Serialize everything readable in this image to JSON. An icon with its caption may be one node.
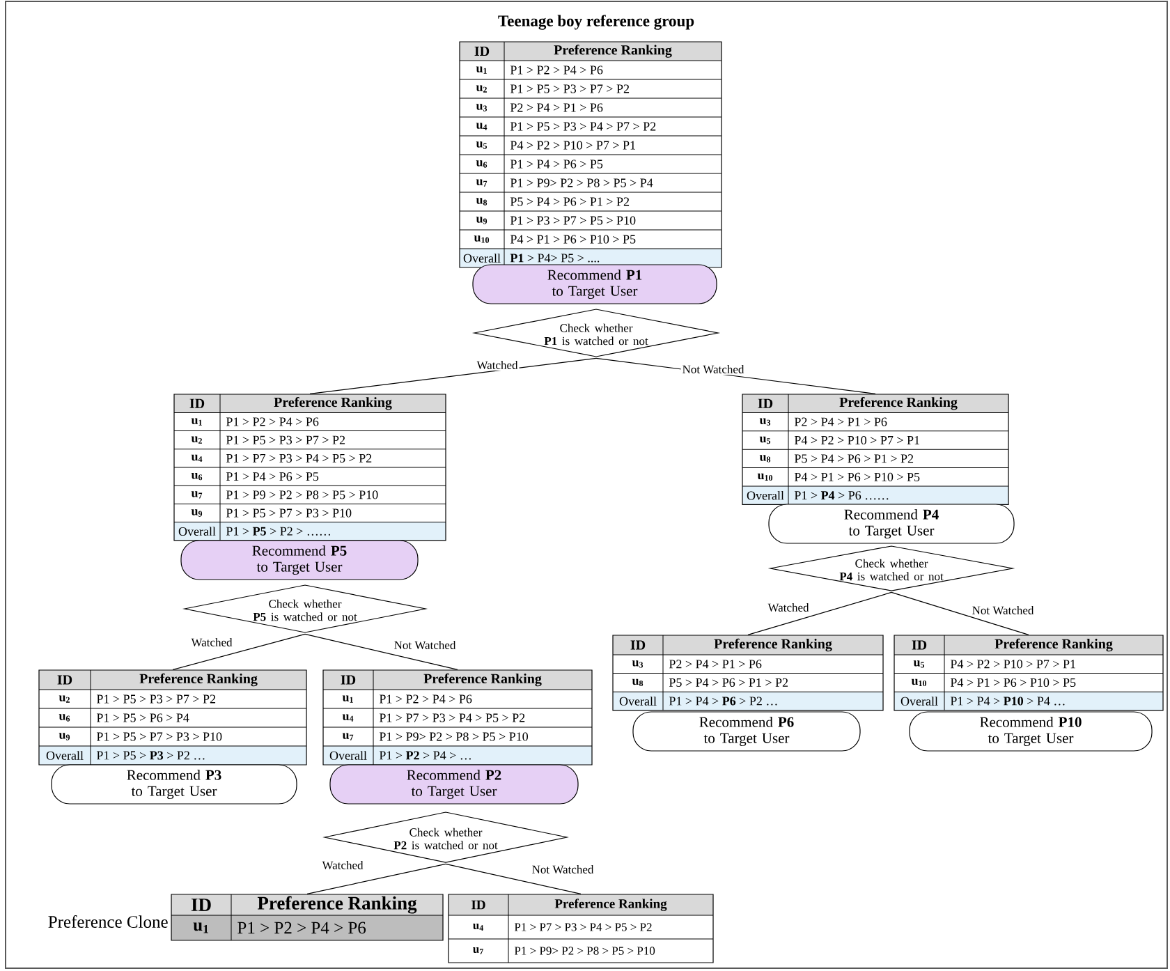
{
  "diagram": {
    "title": "Teenage boy reference group",
    "nodes": [
      {
        "text": [
          "ID",
          "Preference Ranking",
          "u$_{1}$",
          "P1 > P2 > P4 > P6",
          "u$_{2}$",
          "P1 > P5 > P3 > P7 > P2",
          "u$_{3}$",
          "P2 > P4 > P1 > P6",
          "u$_{4}$",
          "P1 > P5 > P3 > P4 > P7 > P2",
          "u$_{5}$",
          "P4 > P2 > P10 > P7 > P1",
          "u$_{6}$",
          "P1 > P4 > P6 > P5",
          "u$_{7}$",
          "P1 > P9> P2 > P8 > P5 > P4",
          "u$_{8}$",
          "P5 > P4 > P6 > P1 > P2",
          "u$_{9}$",
          "P1 > P3 > P7 > P5 > P10",
          "u$_{10}$",
          "P4 > P1 > P6 > P10 > P5",
          "Overall",
          "**P1** > P4> P5 > ...."
        ]
      },
      {
        "text": [
          "Recommend **P1** to Target User"
        ]
      },
      {
        "text": [
          "Check whether **P1** is watched or not"
        ]
      },
      {
        "text": [
          "ID",
          "Preference Ranking",
          "u$_{1}$",
          "P1 > P2 > P4 > P6",
          "u$_{2}$",
          "P1 > P5 > P3 > P7 > P2",
          "u$_{4}$",
          "P1 > P7 > P3 > P4 > P5 > P2",
          "u$_{6}$",
          "P1 > P4 > P6 > P5",
          "u$_{7}$",
          "P1 > P9 > P2 > P8 > P5 > P10",
          "u$_{9}$",
          "P1 > P5 > P7 > P3 > P10",
          "Overall",
          "P1 > **P5** > P2 > ……"
        ]
      },
      {
        "text": [
          "Recommend **P5** to Target User"
        ]
      },
      {
        "text": [
          "Check whether **P5** is watched or not"
        ]
      },
      {
        "text": [
          "ID",
          "Preference Ranking",
          "u$_{3}$",
          "P2 > P4 > P1 > P6",
          "u$_{5}$",
          "P4 > P2 > P10 > P7 > P1",
          "u$_{8}$",
          "P5 > P4 > P6 > P1 > P2",
          "u$_{10}$",
          "P4 > P1 > P6 > P10 > P5",
          "Overall",
          "P1 > **P4** > P6 ……"
        ]
      },
      {
        "text": [
          "Recommend **P4** to Target User"
        ]
      },
      {
        "text": [
          "Check whether **P4** is watched or not"
        ]
      },
      {
        "text": [
          "ID",
          "Preference Ranking",
          "u$_{2}$",
          "P1 > P5 > P3 > P7 > P2",
          "u$_{6}$",
          "P1 > P5 > P6 > P4",
          "u$_{9}$",
          "P1 > P5 > P7 > P3 > P10",
          "Overall",
          "P1 > P5 > **P3** > P2 …"
        ]
      },
      {
        "text": [
          "Recommend **P3** to Target User"
        ]
      },
      {
        "text": [
          "ID",
          "Preference Ranking",
          "u$_{1}$",
          "P1 > P2 > P4 > P6",
          "u$_{4}$",
          "P1 > P7 > P3 > P4 > P5 > P2",
          "u$_{7}$",
          "P1 > P9> P2 > P8 > P5 > P10",
          "Overall",
          "P1 > **P2** > P4 > …"
        ]
      },
      {
        "text": [
          "Recommend **P2** to Target User"
        ]
      },
      {
        "text": [
          "Check whether **P2** is watched or not"
        ]
      },
      {
        "text": [
          "ID",
          "Preference Ranking",
          "u$_{3}$",
          "P2 > P4 > P1 > P6",
          "u$_{8}$",
          "P5 > P4 > P6 > P1 > P2",
          "Overall",
          "P1 > P4 > **P6** > P2 …"
        ]
      },
      {
        "text": [
          "Recommend **P6** to Target User"
        ]
      },
      {
        "text": [
          "ID",
          "Preference Ranking",
          "u$_{5}$",
          "P4 > P2 > P10 > P7 > P1",
          "u$_{10}$",
          "P4 > P1 > P6 > P10 > P5",
          "Overall",
          "P1 > P4 > **P10** > P4 …"
        ]
      },
      {
        "text": [
          "Recommend **P10** to Target User"
        ]
      },
      {
        "text": [
          "ID",
          "Preference Ranking",
          "u$_{1}$",
          "P1 > P2 > P4 > P6"
        ],
        "beside": [
          "Preference Clone"
        ]
      },
      {
        "text": [
          "ID",
          "Preference Ranking",
          "u$_{4}$",
          "P1 > P7 > P3 > P4 > P5 > P2",
          "u$_{7}$",
          "P1 > P9> P2 > P8 > P5 > P10"
        ]
      }
    ],
    "edges": [
      {
        "from": 2,
        "to": 3,
        "arrow": "none",
        "label": "Watched"
      },
      {
        "from": 2,
        "to": 6,
        "arrow": "none",
        "label": "Not Watched"
      },
      {
        "from": 5,
        "to": 9,
        "arrow": "none",
        "label": "Watched"
      },
      {
        "from": 5,
        "to": 11,
        "arrow": "none",
        "label": "Not Watched"
      },
      {
        "from": 8,
        "to": 14,
        "arrow": "none",
        "label": "Watched"
      },
      {
        "from": 8,
        "to": 16,
        "arrow": "none",
        "label": "Not Watched"
      },
      {
        "from": 13,
        "to": 18,
        "arrow": "none",
        "label": "Watched"
      },
      {
        "from": 13,
        "to": 19,
        "arrow": "none",
        "label": "Not Watched"
      }
    ]
  }
}
